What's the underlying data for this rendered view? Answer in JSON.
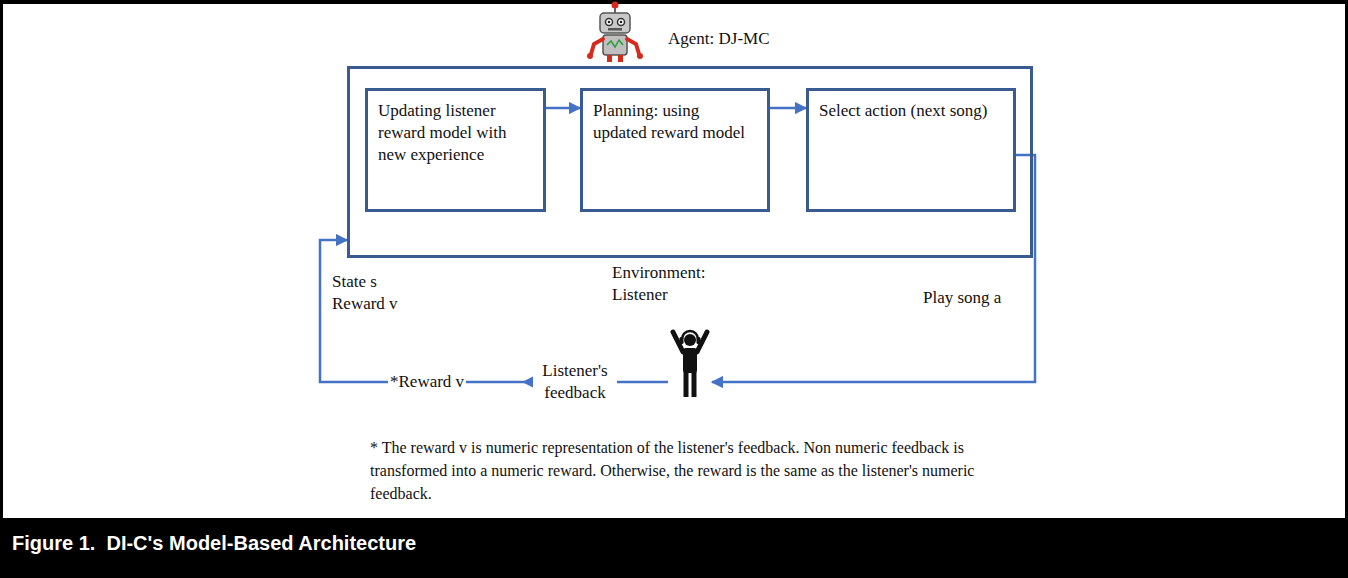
{
  "diagram": {
    "caption": "Figure 1.  DI-C's Model-Based Architecture",
    "nodes": [
      {
        "text": [
          "Agent: DJ-MC"
        ]
      },
      {
        "text": [
          "Updating listener reward model with new experience"
        ],
        "in": 0
      },
      {
        "text": [
          "Planning: using updated reward model"
        ],
        "in": 0
      },
      {
        "text": [
          "Select action (next song)"
        ],
        "in": 0
      },
      {
        "text": [
          "Environment: Listener"
        ]
      }
    ],
    "edges": [
      {
        "from": 1,
        "to": 2,
        "arrow": "to"
      },
      {
        "from": 2,
        "to": 3,
        "arrow": "to"
      },
      {
        "from": 3,
        "to": 4,
        "label": "Play song a",
        "arrow": "to"
      },
      {
        "from": 4,
        "to": 0,
        "label": "Listener's feedback",
        "arrow": "to"
      }
    ],
    "labels": [
      "State s Reward v",
      "*Reward v",
      "* The reward v is numeric representation of the listener's feedback. Non numeric feedback is transformed into a numeric reward. Otherwise, the reward is the same as the listener's numeric feedback."
    ]
  }
}
